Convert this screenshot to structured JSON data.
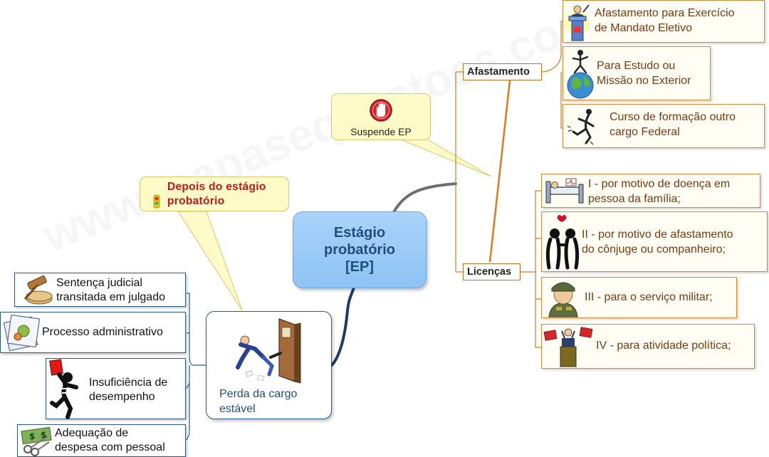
{
  "central": {
    "label": "Estágio\nprobatório\n[EP]"
  },
  "suspende": {
    "label": "Suspende EP"
  },
  "depois": {
    "label": "Depois do estágio\nprobatório"
  },
  "afastamento": {
    "label": "Afastamento",
    "items": [
      "Afastamento para Exercício\nde Mandato Eletivo",
      "Para Estudo ou\nMissão no Exterior",
      "Curso de formação outro\ncargo Federal"
    ]
  },
  "licencas": {
    "label": "Licenças",
    "items": [
      "I - por motivo de doença em\npessoa da família;",
      "II - por motivo de afastamento\ndo cônjuge ou companheiro;",
      "III - para o serviço militar;",
      "IV - para atividade política;"
    ]
  },
  "perda": {
    "label": "Perda da cargo\nestável",
    "items": [
      "Sentença judicial\ntransitada em julgado",
      "Processo administrativo",
      "Insuficiência de\ndesempenho",
      "Adequação de\ndespesa com pessoal"
    ]
  },
  "colors": {
    "central_fill": "#a9d3fa",
    "orange_line": "#e07a1f",
    "blue_line": "#1f3c66",
    "callout_fill": "#fffbc8",
    "callout_title": "#c0161c"
  }
}
